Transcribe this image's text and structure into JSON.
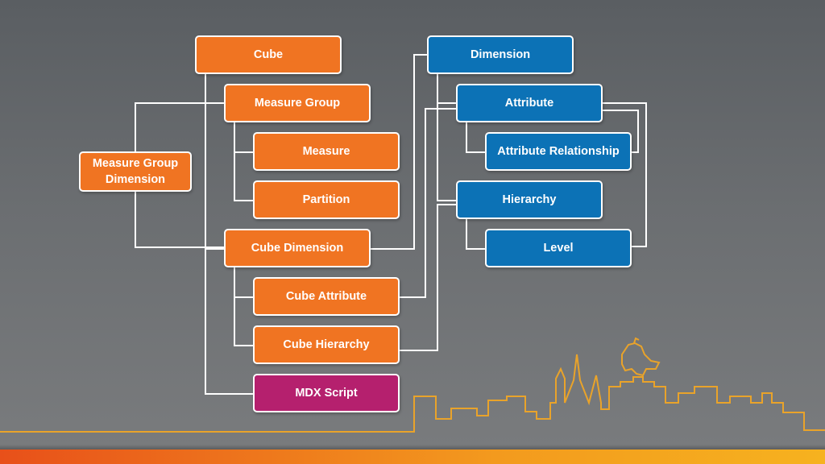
{
  "colors": {
    "orange": "#f07422",
    "blue": "#0c72b6",
    "magenta": "#b5206e",
    "connector": "#ffffff",
    "skyline": "#e9a32a"
  },
  "nodes": {
    "cube": "Cube",
    "measure_group": "Measure Group",
    "measure": "Measure",
    "partition": "Partition",
    "measure_group_dimension": "Measure Group\nDimension",
    "cube_dimension": "Cube Dimension",
    "cube_attribute": "Cube Attribute",
    "cube_hierarchy": "Cube Hierarchy",
    "mdx_script": "MDX Script",
    "dimension": "Dimension",
    "attribute": "Attribute",
    "attribute_relationship": "Attribute Relationship",
    "hierarchy": "Hierarchy",
    "level": "Level"
  },
  "decoration": {
    "skyline_icon": "city-skyline-icon",
    "footer": "orange-gradient-bar"
  }
}
